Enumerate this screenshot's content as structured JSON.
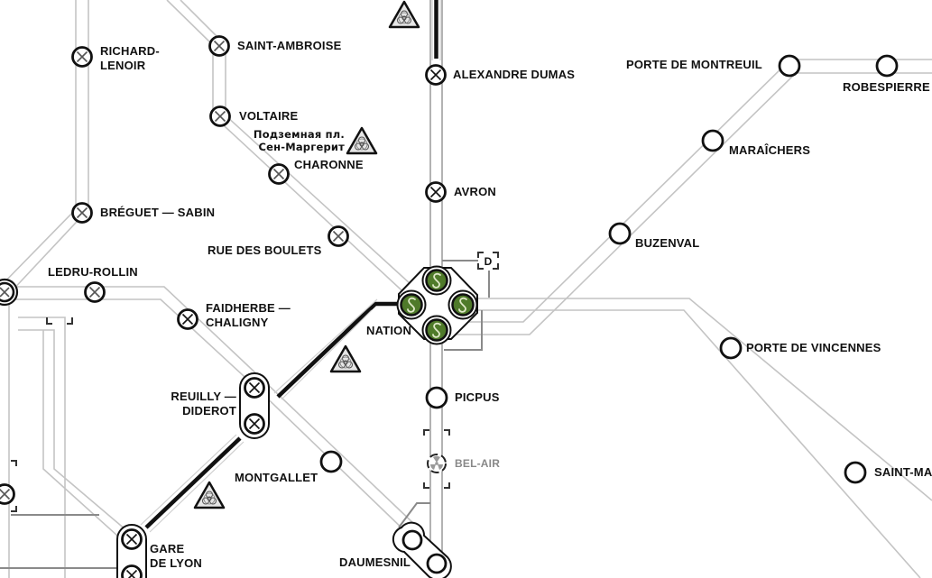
{
  "map": {
    "title": "Metro map — Nation area",
    "colors": {
      "track": "#c8c8c8",
      "track_dark": "#8a8a8a",
      "active_line": "#111111",
      "station_ring": "#111111",
      "hub_green": "#4f7a2a",
      "hazard_fill": "#e8e8e8",
      "disabled_text": "#888888"
    },
    "stations": [
      {
        "id": "richard-lenoir",
        "label": "RICHARD-\nLENOIR",
        "state": "closed"
      },
      {
        "id": "saint-ambroise",
        "label": "SAINT-AMBROISE",
        "state": "closed"
      },
      {
        "id": "voltaire",
        "label": "VOLTAIRE",
        "state": "closed"
      },
      {
        "id": "charonne",
        "label": "CHARONNE",
        "state": "closed"
      },
      {
        "id": "alexandre-dumas",
        "label": "ALEXANDRE DUMAS",
        "state": "closed"
      },
      {
        "id": "avron",
        "label": "AVRON",
        "state": "closed"
      },
      {
        "id": "porte-de-montreuil",
        "label": "PORTE DE MONTREUIL",
        "state": "open"
      },
      {
        "id": "robespierre",
        "label": "ROBESPIERRE",
        "state": "open"
      },
      {
        "id": "maraichers",
        "label": "MARAÎCHERS",
        "state": "open"
      },
      {
        "id": "buzenval",
        "label": "BUZENVAL",
        "state": "open"
      },
      {
        "id": "breguet-sabin",
        "label": "BRÉGUET — SABIN",
        "state": "closed"
      },
      {
        "id": "rue-des-boulets",
        "label": "RUE DES BOULETS",
        "state": "closed"
      },
      {
        "id": "ledru-rollin",
        "label": "LEDRU-ROLLIN",
        "state": "closed"
      },
      {
        "id": "faidherbe-chaligny",
        "label": "FAIDHERBE —\nCHALIGNY",
        "state": "closed"
      },
      {
        "id": "nation",
        "label": "NATION",
        "state": "hub"
      },
      {
        "id": "porte-de-vincennes",
        "label": "PORTE DE VINCENNES",
        "state": "open"
      },
      {
        "id": "reuilly-diderot",
        "label": "REUILLY —\nDIDEROT",
        "state": "closed-interchange"
      },
      {
        "id": "picpus",
        "label": "PICPUS",
        "state": "open"
      },
      {
        "id": "bel-air",
        "label": "BEL-AIR",
        "state": "contaminated"
      },
      {
        "id": "montgallet",
        "label": "MONTGALLET",
        "state": "open"
      },
      {
        "id": "saint-mandé",
        "label": "SAINT-MA",
        "state": "open"
      },
      {
        "id": "gare-de-lyon",
        "label": "GARE\nDE LYON",
        "state": "closed-interchange"
      },
      {
        "id": "daumesnil",
        "label": "DAUMESNIL",
        "state": "open-interchange"
      }
    ],
    "hazards": [
      {
        "id": "hazard-top",
        "icon": "biohazard-icon"
      },
      {
        "id": "hazard-sainte-marguerite",
        "icon": "biohazard-icon",
        "label": "Подземная пл.\nСен-Маргерит"
      },
      {
        "id": "hazard-nation-sw",
        "icon": "biohazard-icon"
      },
      {
        "id": "hazard-gare-de-lyon",
        "icon": "biohazard-icon"
      }
    ],
    "markers": {
      "d_marker_label": "D"
    }
  }
}
